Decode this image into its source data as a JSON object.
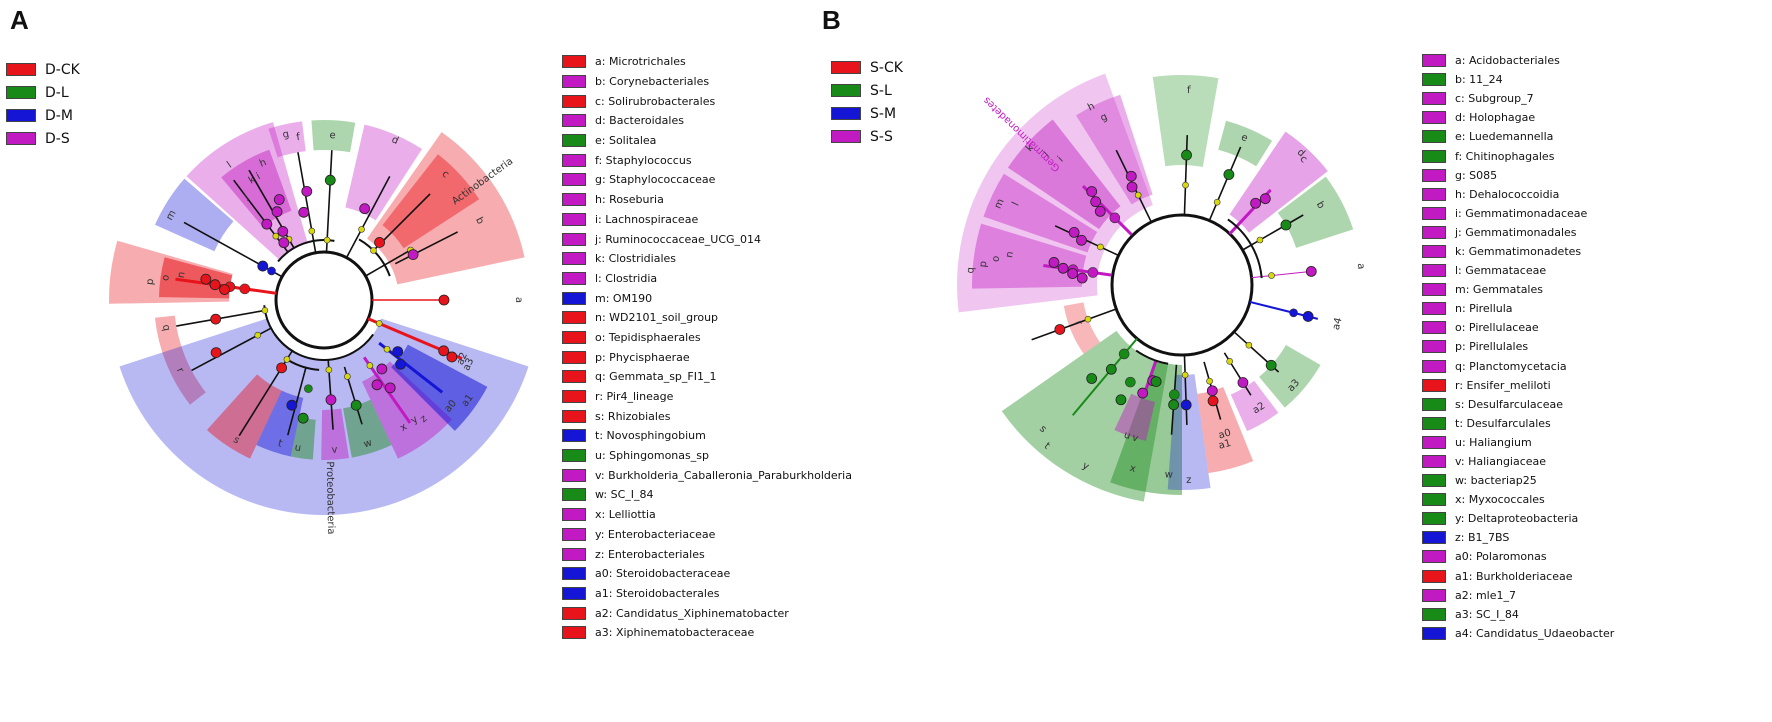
{
  "colors": {
    "CK": "#e8141c",
    "L": "#188a18",
    "M": "#1515d6",
    "S": "#c21ac2",
    "node": "#d8d80c"
  },
  "panels": [
    {
      "letter": "A",
      "groups": [
        {
          "key": "CK",
          "label": "D-CK"
        },
        {
          "key": "L",
          "label": "D-L"
        },
        {
          "key": "M",
          "label": "D-M"
        },
        {
          "key": "S",
          "label": "D-S"
        }
      ],
      "highlight_labels": [
        "Actinobacteria",
        "Proteobacteria"
      ],
      "taxa": [
        {
          "label": "a: Microtrichales",
          "group": "CK"
        },
        {
          "label": "b: Corynebacteriales",
          "group": "S"
        },
        {
          "label": "c: Solirubrobacterales",
          "group": "CK"
        },
        {
          "label": "d: Bacteroidales",
          "group": "S"
        },
        {
          "label": "e: Solitalea",
          "group": "L"
        },
        {
          "label": "f: Staphylococcus",
          "group": "S"
        },
        {
          "label": "g: Staphylococcaceae",
          "group": "S"
        },
        {
          "label": "h: Roseburia",
          "group": "S"
        },
        {
          "label": "i: Lachnospiraceae",
          "group": "S"
        },
        {
          "label": "j: Ruminococcaceae_UCG_014",
          "group": "S"
        },
        {
          "label": "k: Clostridiales",
          "group": "S"
        },
        {
          "label": "l: Clostridia",
          "group": "S"
        },
        {
          "label": "m: OM190",
          "group": "M"
        },
        {
          "label": "n: WD2101_soil_group",
          "group": "CK"
        },
        {
          "label": "o: Tepidisphaerales",
          "group": "CK"
        },
        {
          "label": "p: Phycisphaerae",
          "group": "CK"
        },
        {
          "label": "q: Gemmata_sp_FI1_1",
          "group": "CK"
        },
        {
          "label": "r: Pir4_lineage",
          "group": "CK"
        },
        {
          "label": "s: Rhizobiales",
          "group": "CK"
        },
        {
          "label": "t: Novosphingobium",
          "group": "M"
        },
        {
          "label": "u: Sphingomonas_sp",
          "group": "L"
        },
        {
          "label": "v: Burkholderia_Caballeronia_Paraburkholderia",
          "group": "S"
        },
        {
          "label": "w: SC_I_84",
          "group": "L"
        },
        {
          "label": "x: Lelliottia",
          "group": "S"
        },
        {
          "label": "y: Enterobacteriaceae",
          "group": "S"
        },
        {
          "label": "z: Enterobacteriales",
          "group": "S"
        },
        {
          "label": "a0: Steroidobacteraceae",
          "group": "M"
        },
        {
          "label": "a1: Steroidobacterales",
          "group": "M"
        },
        {
          "label": "a2: Candidatus_Xiphinematobacter",
          "group": "CK"
        },
        {
          "label": "a3: Xiphinematobacteraceae",
          "group": "CK"
        }
      ]
    },
    {
      "letter": "B",
      "groups": [
        {
          "key": "CK",
          "label": "S-CK"
        },
        {
          "key": "L",
          "label": "S-L"
        },
        {
          "key": "M",
          "label": "S-M"
        },
        {
          "key": "S",
          "label": "S-S"
        }
      ],
      "highlight_labels": [
        "Gemmatimonadetes"
      ],
      "taxa": [
        {
          "label": "a: Acidobacteriales",
          "group": "S"
        },
        {
          "label": "b: 11_24",
          "group": "L"
        },
        {
          "label": "c: Subgroup_7",
          "group": "S"
        },
        {
          "label": "d: Holophagae",
          "group": "S"
        },
        {
          "label": "e: Luedemannella",
          "group": "L"
        },
        {
          "label": "f: Chitinophagales",
          "group": "L"
        },
        {
          "label": "g: S085",
          "group": "S"
        },
        {
          "label": "h: Dehalococcoidia",
          "group": "S"
        },
        {
          "label": "i: Gemmatimonadaceae",
          "group": "S"
        },
        {
          "label": "j: Gemmatimonadales",
          "group": "S"
        },
        {
          "label": "k: Gemmatimonadetes",
          "group": "S"
        },
        {
          "label": "l: Gemmataceae",
          "group": "S"
        },
        {
          "label": "m: Gemmatales",
          "group": "S"
        },
        {
          "label": "n: Pirellula",
          "group": "S"
        },
        {
          "label": "o: Pirellulaceae",
          "group": "S"
        },
        {
          "label": "p: Pirellulales",
          "group": "S"
        },
        {
          "label": "q: Planctomycetacia",
          "group": "S"
        },
        {
          "label": "r: Ensifer_meliloti",
          "group": "CK"
        },
        {
          "label": "s: Desulfarculaceae",
          "group": "L"
        },
        {
          "label": "t: Desulfarculales",
          "group": "L"
        },
        {
          "label": "u: Haliangium",
          "group": "S"
        },
        {
          "label": "v: Haliangiaceae",
          "group": "S"
        },
        {
          "label": "w: bacteriap25",
          "group": "L"
        },
        {
          "label": "x: Myxococcales",
          "group": "L"
        },
        {
          "label": "y: Deltaproteobacteria",
          "group": "L"
        },
        {
          "label": "z: B1_7BS",
          "group": "M"
        },
        {
          "label": "a0: Polaromonas",
          "group": "S"
        },
        {
          "label": "a1: Burkholderiaceae",
          "group": "CK"
        },
        {
          "label": "a2: mle1_7",
          "group": "S"
        },
        {
          "label": "a3: SC_I_84",
          "group": "L"
        },
        {
          "label": "a4: Candidatus_Udaeobacter",
          "group": "M"
        }
      ]
    }
  ],
  "chart_data": [
    {
      "type": "cladogram",
      "panel": "A",
      "groups": [
        "D-CK",
        "D-L",
        "D-M",
        "D-S"
      ],
      "biomarkers": [
        {
          "id": "a",
          "taxon": "Microtrichales",
          "group": "D-CK",
          "angle": 90
        },
        {
          "id": "b",
          "taxon": "Corynebacteriales",
          "group": "D-S",
          "angle": 63
        },
        {
          "id": "c",
          "taxon": "Solirubrobacterales",
          "group": "D-CK",
          "angle": 44
        },
        {
          "id": "d",
          "taxon": "Bacteroidales",
          "group": "D-S",
          "angle": 24
        },
        {
          "id": "e",
          "taxon": "Solitalea",
          "group": "D-L",
          "angle": 3
        },
        {
          "id": "f",
          "taxon": "Staphylococcus",
          "group": "D-S",
          "angle": -9
        },
        {
          "id": "g",
          "taxon": "Staphylococcaceae",
          "group": "D-S",
          "angle": -13
        },
        {
          "id": "h",
          "taxon": "Roseburia",
          "group": "D-S",
          "angle": -24
        },
        {
          "id": "i",
          "taxon": "Lachnospiraceae",
          "group": "D-S",
          "angle": -28
        },
        {
          "id": "j",
          "taxon": "Ruminococcaceae_UCG_014",
          "group": "D-S",
          "angle": -37
        },
        {
          "id": "k",
          "taxon": "Clostridiales",
          "group": "D-S",
          "angle": -31
        },
        {
          "id": "l",
          "taxon": "Clostridia",
          "group": "D-S",
          "angle": -35
        },
        {
          "id": "m",
          "taxon": "OM190",
          "group": "D-M",
          "angle": -61
        },
        {
          "id": "n",
          "taxon": "WD2101_soil_group",
          "group": "D-CK",
          "angle": -80
        },
        {
          "id": "o",
          "taxon": "Tepidisphaerales",
          "group": "D-CK",
          "angle": -82
        },
        {
          "id": "p",
          "taxon": "Phycisphaerae",
          "group": "D-CK",
          "angle": -84
        },
        {
          "id": "q",
          "taxon": "Gemmata_sp_FI1_1",
          "group": "D-CK",
          "angle": -100
        },
        {
          "id": "r",
          "taxon": "Pir4_lineage",
          "group": "D-CK",
          "angle": -116
        },
        {
          "id": "s",
          "taxon": "Rhizobiales",
          "group": "D-CK",
          "angle": -148
        },
        {
          "id": "t",
          "taxon": "Novosphingobium",
          "group": "D-M",
          "angle": -163
        },
        {
          "id": "u",
          "taxon": "Sphingomonas_sp",
          "group": "D-L",
          "angle": -170
        },
        {
          "id": "v",
          "taxon": "Burkholderia_Caballeronia_Paraburkholderia",
          "group": "D-S",
          "angle": 176
        },
        {
          "id": "w",
          "taxon": "SC_I_84",
          "group": "D-L",
          "angle": 163
        },
        {
          "id": "x",
          "taxon": "Lelliottia",
          "group": "D-S",
          "angle": 148
        },
        {
          "id": "y",
          "taxon": "Enterobacteriaceae",
          "group": "D-S",
          "angle": 143
        },
        {
          "id": "z",
          "taxon": "Enterobacteriales",
          "group": "D-S",
          "angle": 140
        },
        {
          "id": "a0",
          "taxon": "Steroidobacteraceae",
          "group": "D-M",
          "angle": 130
        },
        {
          "id": "a1",
          "taxon": "Steroidobacterales",
          "group": "D-M",
          "angle": 125
        },
        {
          "id": "a2",
          "taxon": "Candidatus_Xiphinematobacter",
          "group": "D-CK",
          "angle": 113
        },
        {
          "id": "a3",
          "taxon": "Xiphinematobacteraceae",
          "group": "D-CK",
          "angle": 114
        }
      ],
      "clade_labels": [
        {
          "text": "Actinobacteria",
          "group": "D-CK",
          "angle": 54
        },
        {
          "text": "Proteobacteria",
          "group": "D-M",
          "angle": 179
        }
      ]
    },
    {
      "type": "cladogram",
      "panel": "B",
      "groups": [
        "S-CK",
        "S-L",
        "S-M",
        "S-S"
      ],
      "biomarkers": [
        {
          "id": "a",
          "taxon": "Acidobacteriales",
          "group": "S-S",
          "angle": 84
        },
        {
          "id": "b",
          "taxon": "11_24",
          "group": "S-L",
          "angle": 60
        },
        {
          "id": "c",
          "taxon": "Subgroup_7",
          "group": "S-S",
          "angle": 44
        },
        {
          "id": "d",
          "taxon": "Holophagae",
          "group": "S-S",
          "angle": 42
        },
        {
          "id": "e",
          "taxon": "Luedemannella",
          "group": "S-L",
          "angle": 23
        },
        {
          "id": "f",
          "taxon": "Chitinophagales",
          "group": "S-L",
          "angle": 2
        },
        {
          "id": "g",
          "taxon": "S085",
          "group": "S-S",
          "angle": -25
        },
        {
          "id": "h",
          "taxon": "Dehalococcoidia",
          "group": "S-S",
          "angle": -27
        },
        {
          "id": "i",
          "taxon": "Gemmatimonadaceae",
          "group": "S-S",
          "angle": -44
        },
        {
          "id": "j",
          "taxon": "Gemmatimonadales",
          "group": "S-S",
          "angle": -46
        },
        {
          "id": "k",
          "taxon": "Gemmatimonadetes",
          "group": "S-S",
          "angle": -48
        },
        {
          "id": "l",
          "taxon": "Gemmataceae",
          "group": "S-S",
          "angle": -64
        },
        {
          "id": "m",
          "taxon": "Gemmatales",
          "group": "S-S",
          "angle": -66
        },
        {
          "id": "n",
          "taxon": "Pirellula",
          "group": "S-S",
          "angle": -80
        },
        {
          "id": "o",
          "taxon": "Pirellulaceae",
          "group": "S-S",
          "angle": -82
        },
        {
          "id": "p",
          "taxon": "Pirellulales",
          "group": "S-S",
          "angle": -84
        },
        {
          "id": "q",
          "taxon": "Planctomycetacia",
          "group": "S-S",
          "angle": -86
        },
        {
          "id": "r",
          "taxon": "Ensifer_meliloti",
          "group": "S-CK",
          "angle": -110
        },
        {
          "id": "s",
          "taxon": "Desulfarculaceae",
          "group": "S-L",
          "angle": -136
        },
        {
          "id": "t",
          "taxon": "Desulfarculales",
          "group": "S-L",
          "angle": -140
        },
        {
          "id": "u",
          "taxon": "Haliangium",
          "group": "S-S",
          "angle": -160
        },
        {
          "id": "v",
          "taxon": "Haliangiaceae",
          "group": "S-S",
          "angle": -163
        },
        {
          "id": "w",
          "taxon": "bacteriap25",
          "group": "S-L",
          "angle": -176
        },
        {
          "id": "x",
          "taxon": "Myxococcales",
          "group": "S-L",
          "angle": -165
        },
        {
          "id": "y",
          "taxon": "Deltaproteobacteria",
          "group": "S-L",
          "angle": -152
        },
        {
          "id": "z",
          "taxon": "B1_7BS",
          "group": "S-M",
          "angle": 178
        },
        {
          "id": "a0",
          "taxon": "Polaromonas",
          "group": "S-S",
          "angle": 164
        },
        {
          "id": "a1",
          "taxon": "Burkholderiaceae",
          "group": "S-CK",
          "angle": 165
        },
        {
          "id": "a2",
          "taxon": "mle1_7",
          "group": "S-S",
          "angle": 148
        },
        {
          "id": "a3",
          "taxon": "SC_I_84",
          "group": "S-L",
          "angle": 132
        },
        {
          "id": "a4",
          "taxon": "Candidatus_Udaeobacter",
          "group": "S-M",
          "angle": 104
        }
      ],
      "clade_labels": [
        {
          "text": "Gemmatimonadetes",
          "group": "S-S",
          "angle": -46
        }
      ]
    }
  ]
}
